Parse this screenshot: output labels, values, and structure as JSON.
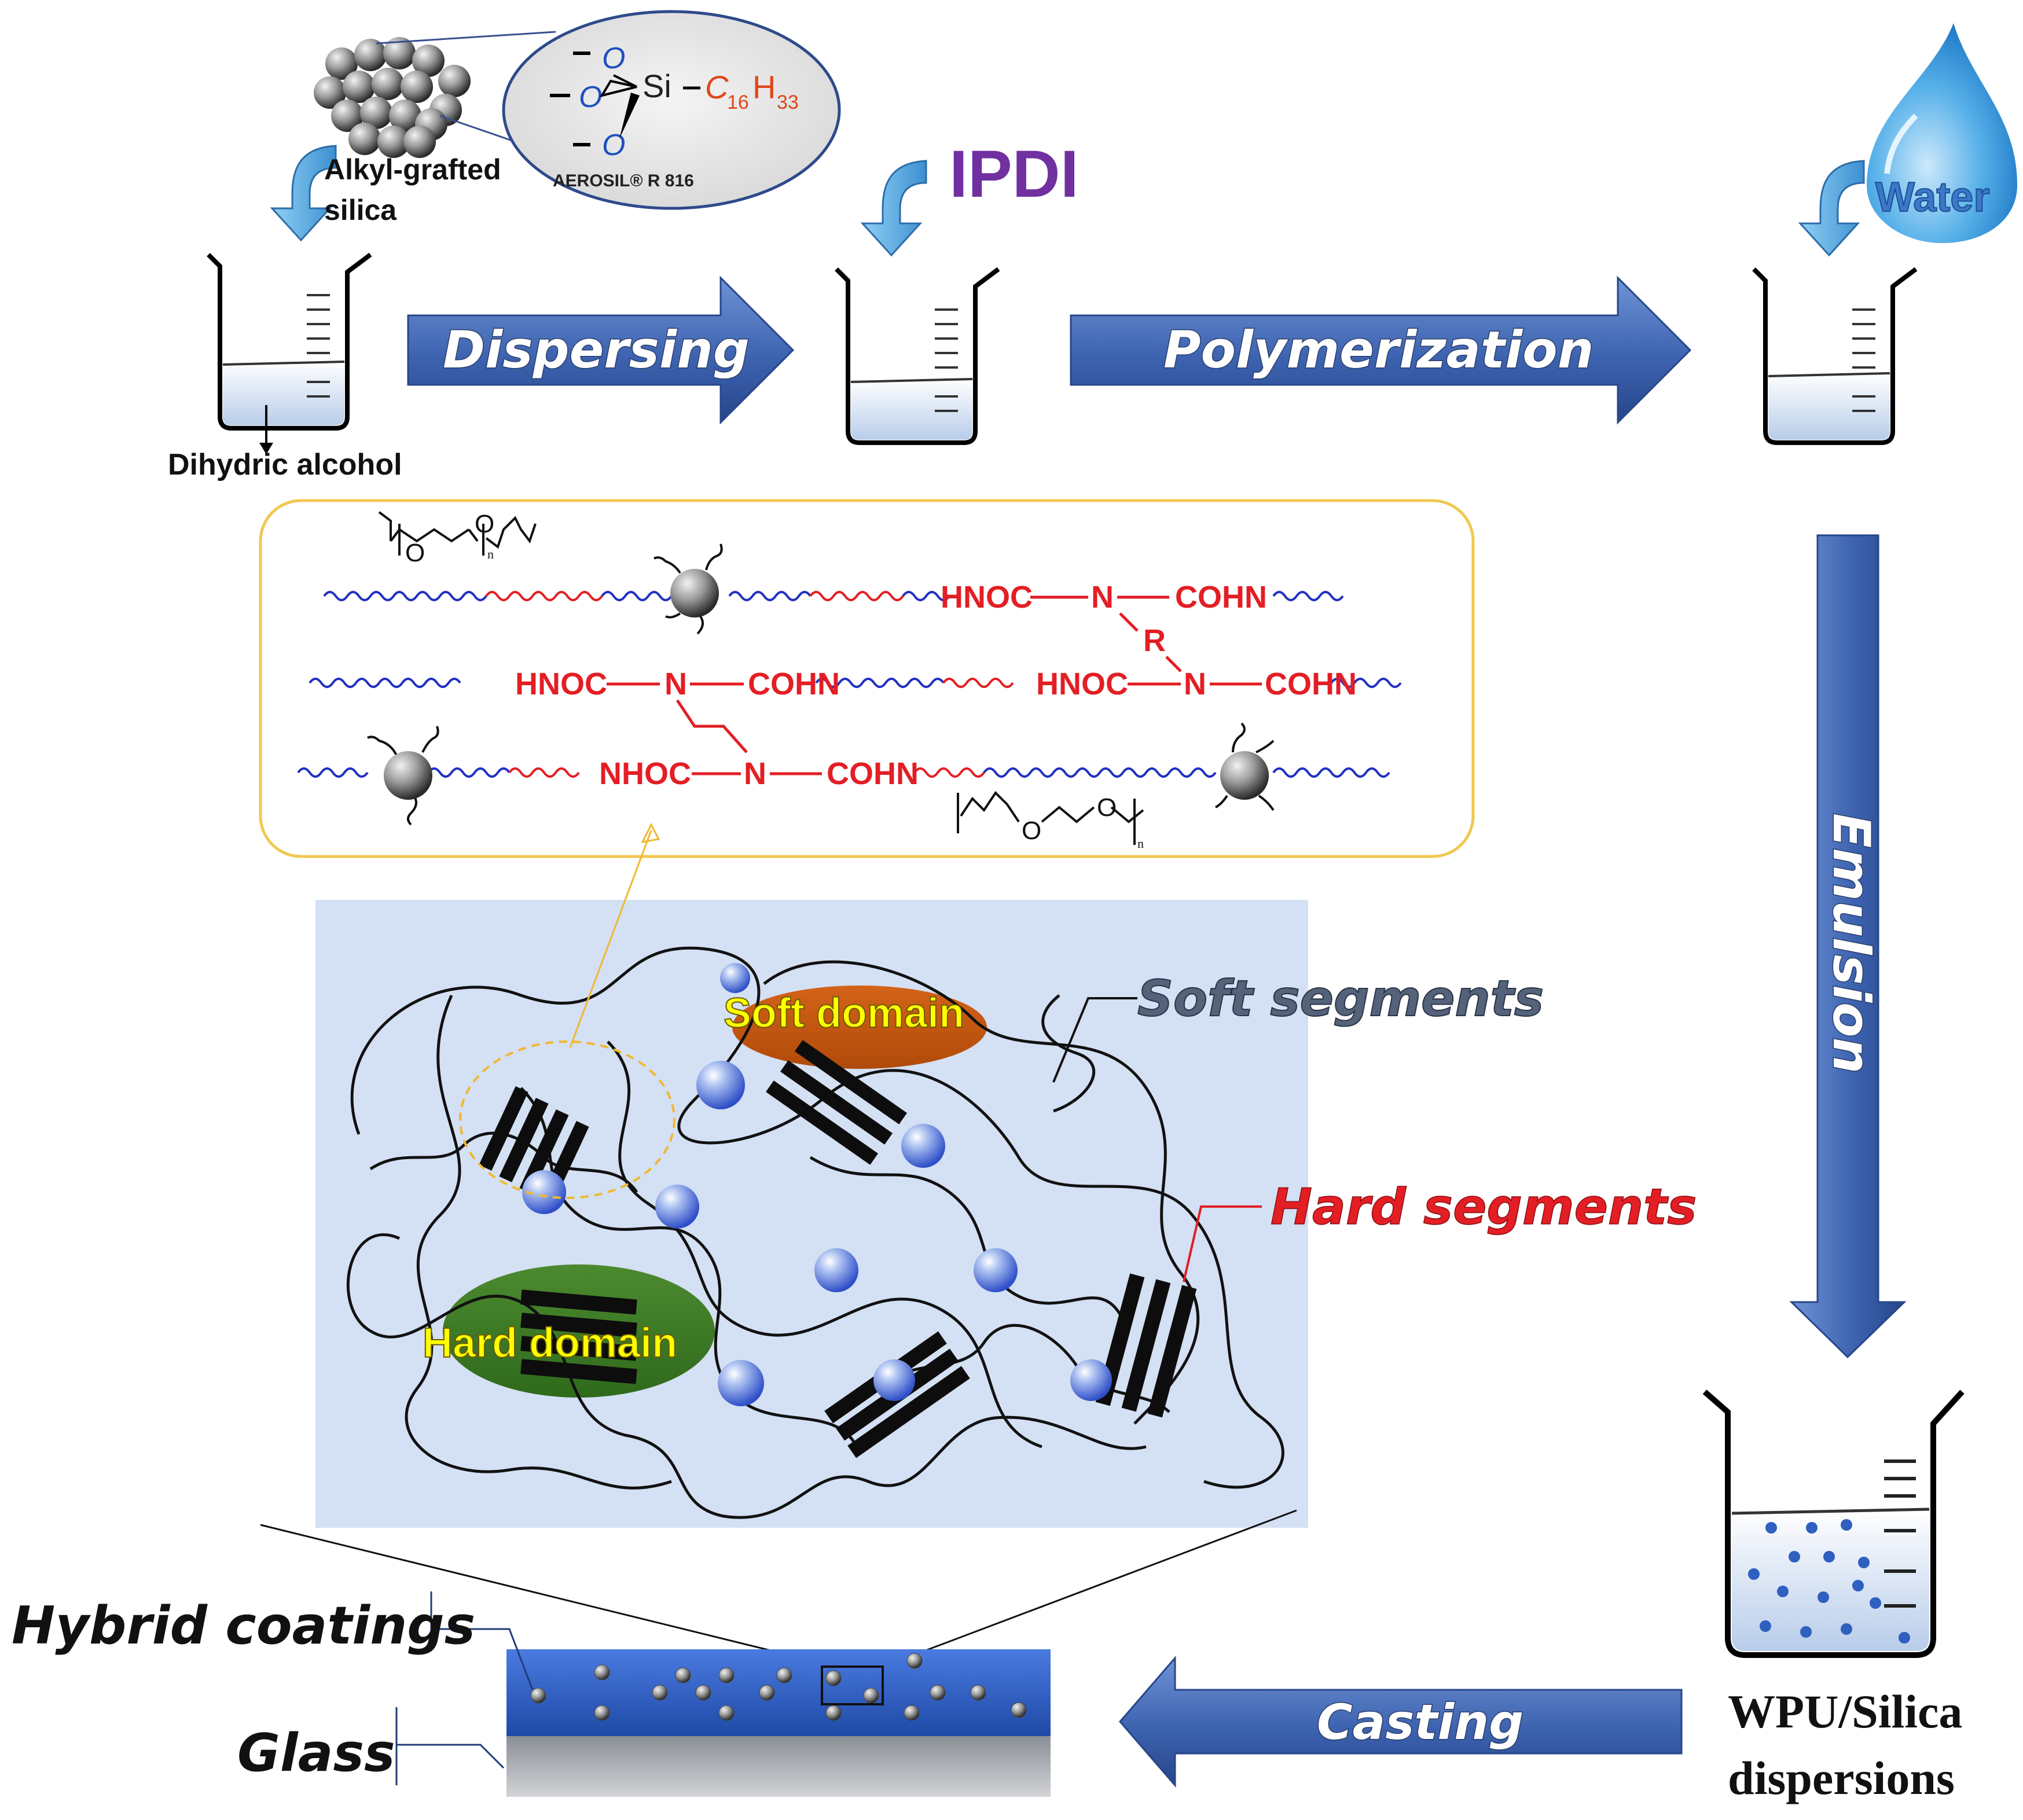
{
  "labels": {
    "silica": "Alkyl-grafted\nsilica",
    "silica_line1": "Alkyl-grafted",
    "silica_line2": "silica",
    "aerosil": "AEROSIL® R 816",
    "si": "Si",
    "c16": "C",
    "c16_sub": "16",
    "h33": "H",
    "h33_sub": "33",
    "oxygen": "O",
    "dihydric": "Dihydric alcohol",
    "ipdi": "IPDI",
    "water": "Water",
    "dispersing": "Dispersing",
    "polymerization": "Polymerization",
    "emulsion": "Emulsion",
    "casting": "Casting",
    "soft_segments": "Soft segments",
    "hard_segments": "Hard segments",
    "soft_domain": "Soft domain",
    "hard_domain": "Hard domain",
    "hybrid_coatings": "Hybrid coatings",
    "glass": "Glass",
    "wpu_line1": "WPU/Silica",
    "wpu_line2": "dispersions"
  },
  "chem": {
    "row1_hnoc": "HNOC",
    "row1_n": "N",
    "row1_cohn": "COHN",
    "row1_r": "R",
    "row2_hnoc_a": "HNOC",
    "row2_n_a": "N",
    "row2_cohn_a": "COHN",
    "row2_hnoc_b": "HNOC",
    "row2_n_b": "N",
    "row2_cohn_b": "COHN",
    "row3_nhoc": "NHOC",
    "row3_n": "N",
    "row3_cohn": "COHN",
    "o": "O",
    "n_sub": "n"
  },
  "colors": {
    "arrow_blue": "#3d63b0",
    "purple_ipdi": "#7030a0",
    "red_chem": "#e31e24",
    "yellow_label": "#ffff00",
    "soft_domain": "#c8560f",
    "hard_domain": "#3f7a26",
    "panel_bg": "#d4e0f3",
    "coating_blue": "#2f5fbf",
    "glass_gray": "#9ea3a8"
  }
}
